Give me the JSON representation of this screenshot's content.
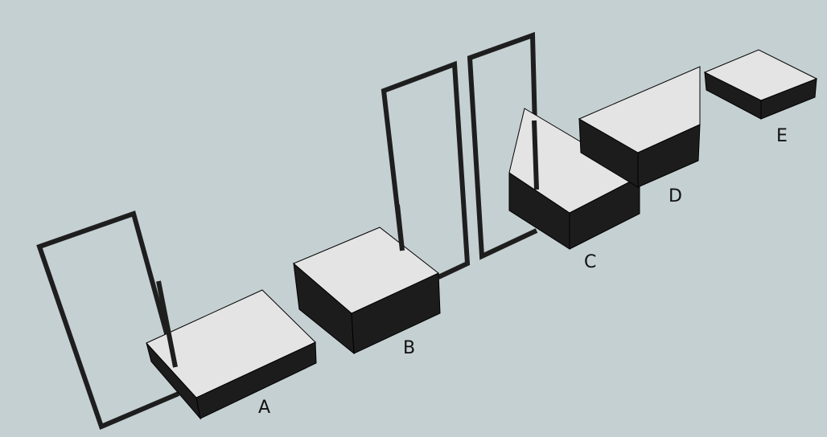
{
  "labels": {
    "a": "A",
    "b": "B",
    "c": "C",
    "d": "D",
    "e": "E"
  },
  "colors": {
    "background": "#c5d0d2",
    "top_face": "#e4e4e4",
    "side_face": "#1c1c1c"
  }
}
